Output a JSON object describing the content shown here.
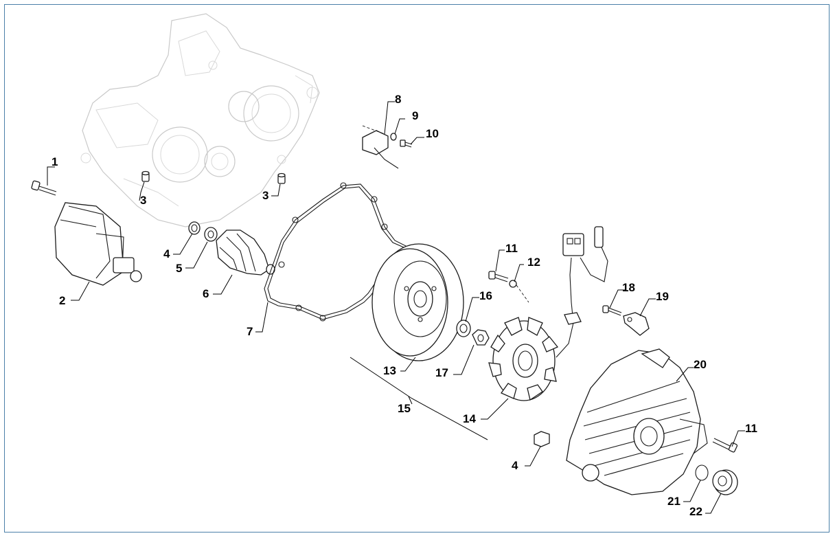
{
  "labels": [
    {
      "id": "1",
      "text": "1"
    },
    {
      "id": "2",
      "text": "2"
    },
    {
      "id": "3a",
      "text": "3"
    },
    {
      "id": "3b",
      "text": "3"
    },
    {
      "id": "4a",
      "text": "4"
    },
    {
      "id": "4b",
      "text": "4"
    },
    {
      "id": "5",
      "text": "5"
    },
    {
      "id": "6",
      "text": "6"
    },
    {
      "id": "7",
      "text": "7"
    },
    {
      "id": "8",
      "text": "8"
    },
    {
      "id": "9",
      "text": "9"
    },
    {
      "id": "10",
      "text": "10"
    },
    {
      "id": "11a",
      "text": "11"
    },
    {
      "id": "11b",
      "text": "11"
    },
    {
      "id": "12",
      "text": "12"
    },
    {
      "id": "13",
      "text": "13"
    },
    {
      "id": "14",
      "text": "14"
    },
    {
      "id": "15",
      "text": "15"
    },
    {
      "id": "16",
      "text": "16"
    },
    {
      "id": "17",
      "text": "17"
    },
    {
      "id": "18",
      "text": "18"
    },
    {
      "id": "19",
      "text": "19"
    },
    {
      "id": "20",
      "text": "20"
    },
    {
      "id": "21",
      "text": "21"
    },
    {
      "id": "22",
      "text": "22"
    }
  ]
}
